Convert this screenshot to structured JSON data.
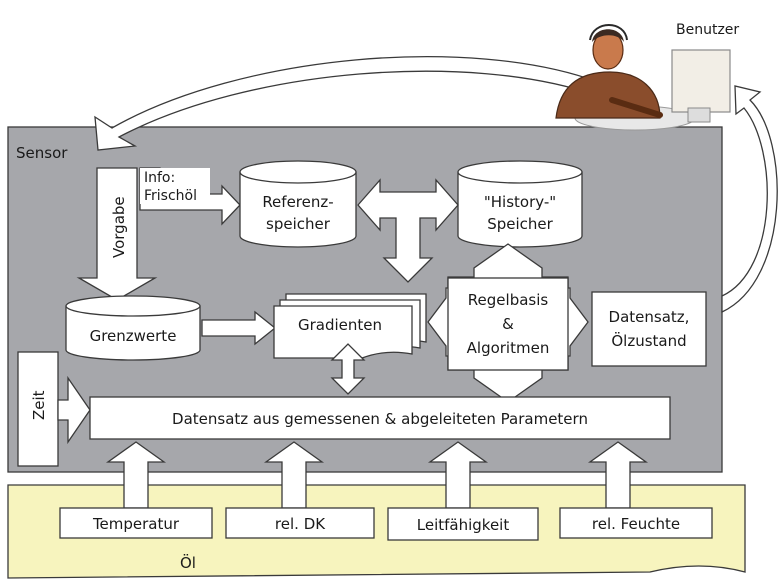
{
  "labels": {
    "user": "Benutzer",
    "sensor": "Sensor",
    "oil": "Öl",
    "vorgabe": "Vorgabe",
    "info_line1": "Info:",
    "info_line2": "Frischöl",
    "referenz_line1": "Referenz-",
    "referenz_line2": "speicher",
    "history_line1": "\"History-\"",
    "history_line2": "Speicher",
    "grenzwerte": "Grenzwerte",
    "gradienten": "Gradienten",
    "regel_line1": "Regelbasis",
    "regel_line2": "&",
    "regel_line3": "Algoritmen",
    "datensatz_line1": "Datensatz,",
    "datensatz_line2": "Ölzustand",
    "zeit": "Zeit",
    "params": "Datensatz aus gemessenen & abgeleiteten Parametern",
    "temperatur": "Temperatur",
    "rel_dk": "rel. DK",
    "leitfaehigkeit": "Leitfähigkeit",
    "rel_feuchte": "rel. Feuchte"
  },
  "colors": {
    "sensor_panel": "#a6a7ab",
    "oil_panel": "#f7f4be",
    "box_fill": "#ffffff"
  },
  "icons": {
    "user": "user-at-computer-clipart"
  }
}
